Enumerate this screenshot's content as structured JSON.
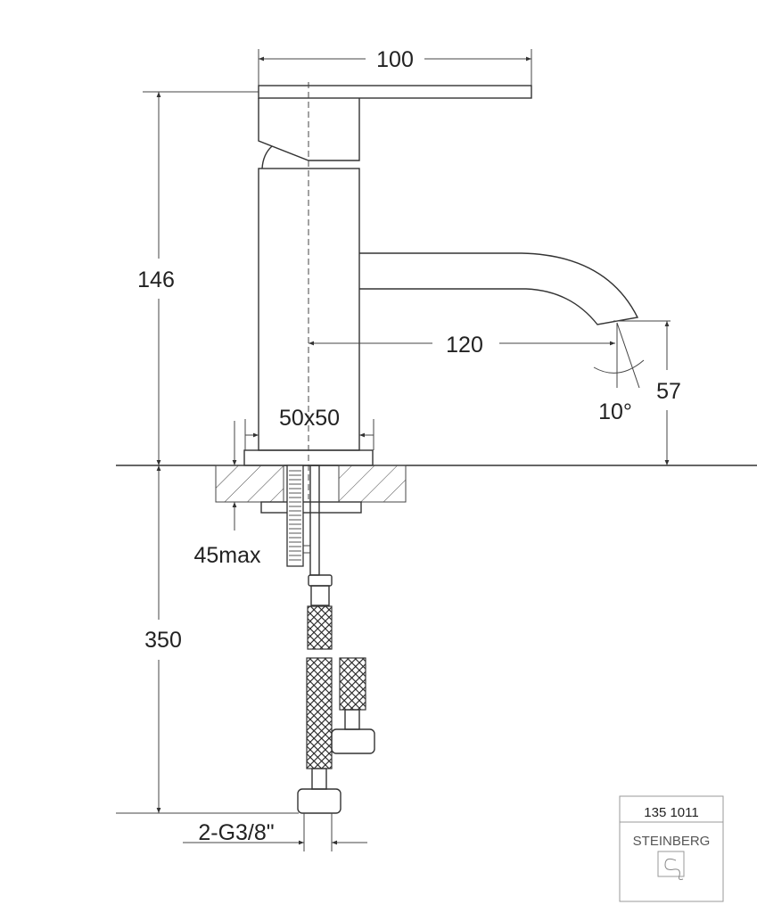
{
  "dimensions": {
    "lever_width": "100",
    "total_height": "146",
    "spout_reach": "120",
    "spout_height": "57",
    "spout_angle": "10°",
    "base_size": "50x50",
    "counter_thickness": "45max",
    "hose_length": "350",
    "connection": "2-G3/8\""
  },
  "title_block": {
    "article_number": "135 1011",
    "brand": "STEINBERG"
  },
  "colors": {
    "line": "#333333",
    "background": "#ffffff"
  }
}
